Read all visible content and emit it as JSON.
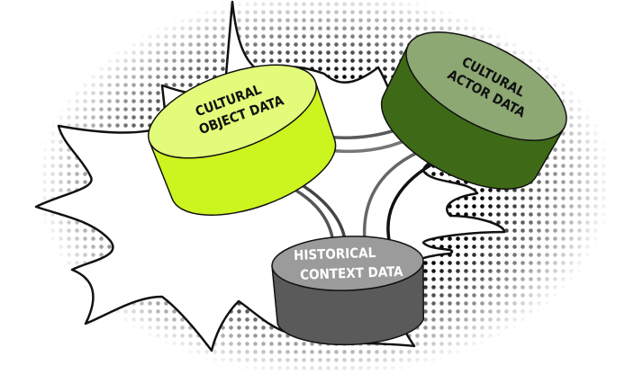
{
  "nodes": {
    "cultural_object": {
      "line1": "CULTURAL",
      "line2": "OBJECT DATA",
      "top_color": "#e2fb7a",
      "side_color": "#ccf520",
      "text_color": "#111111"
    },
    "cultural_actor": {
      "line1": "CULTURAL",
      "line2": "ACTOR DATA",
      "top_color": "#8da873",
      "side_color": "#3e6a17",
      "text_color": "#111111"
    },
    "historical_context": {
      "line1": "HISTORICAL",
      "line2": "CONTEXT DATA",
      "top_color": "#9b9b9b",
      "side_color": "#5a5a5a",
      "text_color": "#ffffff"
    }
  }
}
